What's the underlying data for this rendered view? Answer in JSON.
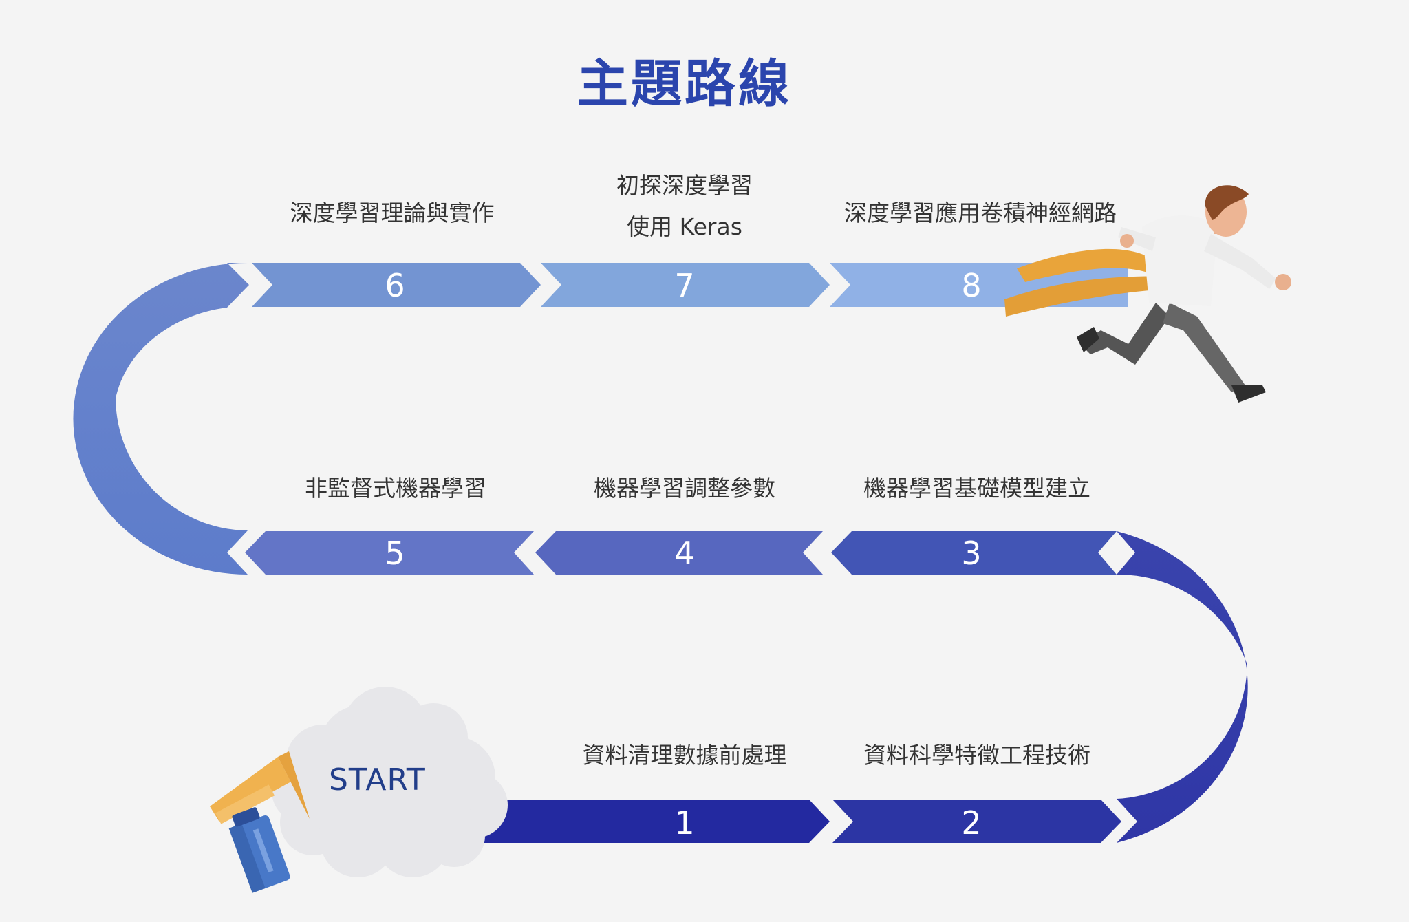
{
  "title": "主題路線",
  "start_label": "START",
  "steps": [
    {
      "number": "1",
      "label": "資料清理數據前處理",
      "color": "#2329a0"
    },
    {
      "number": "2",
      "label": "資料科學特徵工程技術",
      "color": "#2c35a4"
    },
    {
      "number": "3",
      "label": "機器學習基礎模型建立",
      "color": "#4255b5"
    },
    {
      "number": "4",
      "label": "機器學習調整參數",
      "color": "#5767bf"
    },
    {
      "number": "5",
      "label": "非監督式機器學習",
      "color": "#6375c7"
    },
    {
      "number": "6",
      "label": "深度學習理論與實作",
      "color": "#7394d2"
    },
    {
      "number": "7",
      "label_line1": "初探深度學習",
      "label_line2": "使用 Keras",
      "color": "#82a6dc"
    },
    {
      "number": "8",
      "label": "深度學習應用卷積神經網路",
      "color": "#90b1e6"
    }
  ],
  "colors": {
    "title": "#2b45ad",
    "right_curve": "#3039a8",
    "left_curve": "#5f80cb",
    "background": "#f4f4f4"
  },
  "icons": {
    "start": "air-horn-icon",
    "finish": "runner-finish-icon",
    "cloud": "cloud-icon"
  }
}
